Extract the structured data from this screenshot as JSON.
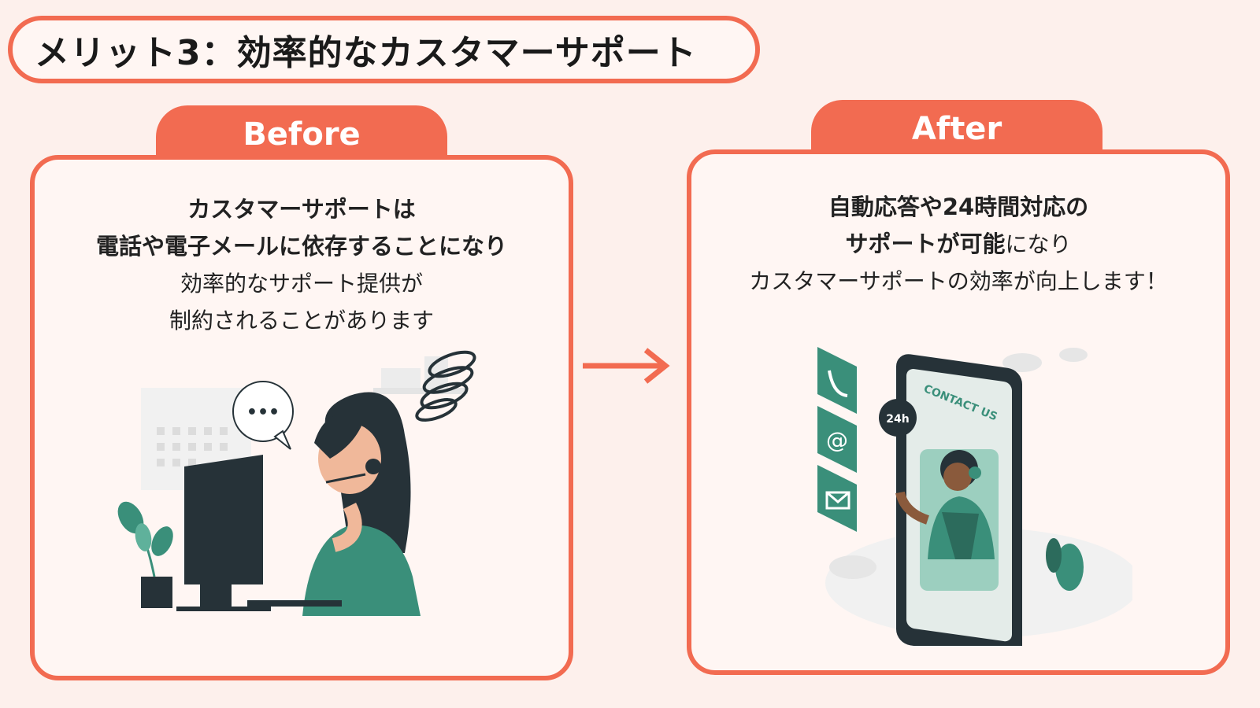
{
  "header": {
    "title": "メリット3：効率的なカスタマーサポート"
  },
  "before": {
    "tab_label": "Before",
    "line1": "カスタマーサポートは",
    "line2": "電話や電子メールに依存することになり",
    "line3": "効率的なサポート提供が",
    "line4": "制約されることがあります",
    "speech_bubble_text": "•••"
  },
  "after": {
    "tab_label": "After",
    "line1": "自動応答や24時間対応の",
    "line2_bold": "サポートが可能",
    "line2_normal": "になり",
    "line3": "カスタマーサポートの効率が向上します！",
    "phone_screen_text": "CONTACT US",
    "badge_text": "24h"
  },
  "colors": {
    "accent": "#f26b51",
    "background": "#fdf0ec",
    "teal": "#3a8f7a",
    "dark": "#263238"
  }
}
